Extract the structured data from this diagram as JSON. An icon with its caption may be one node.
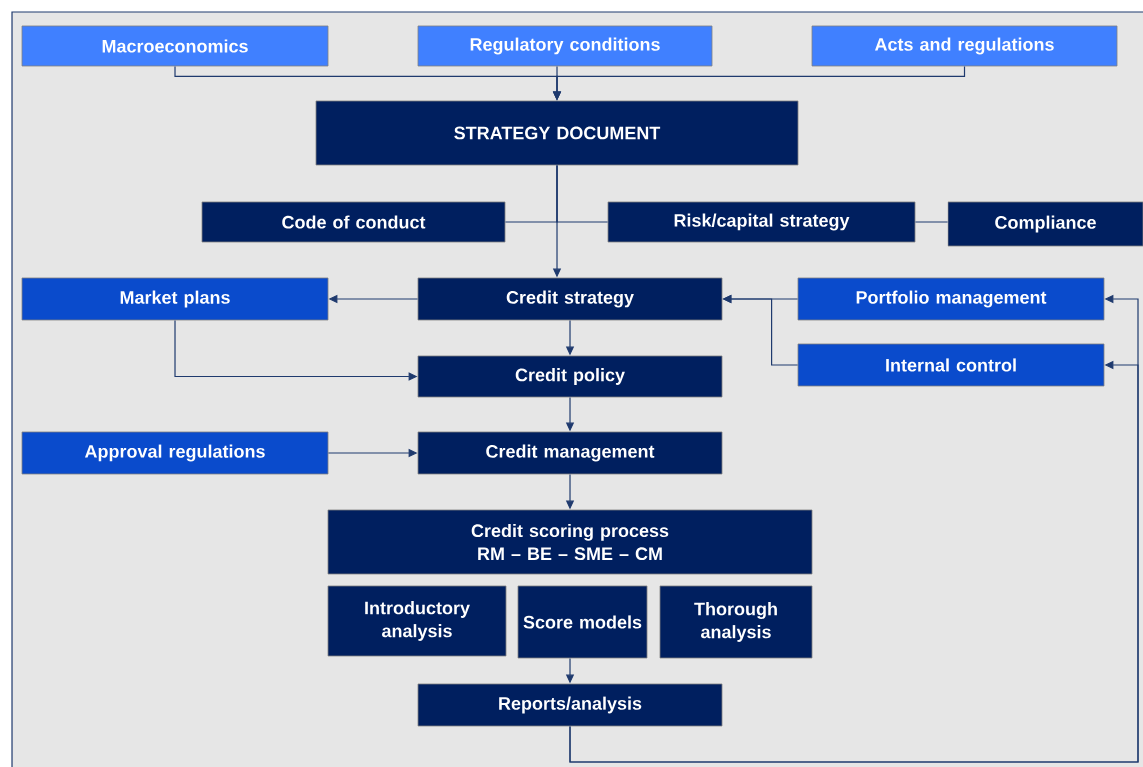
{
  "diagram": {
    "nodes": [
      {
        "text": [
          "Macroeconomics"
        ]
      },
      {
        "text": [
          "Regulatory conditions"
        ]
      },
      {
        "text": [
          "Acts and regulations"
        ]
      },
      {
        "text": [
          "STRATEGY DOCUMENT"
        ]
      },
      {
        "text": [
          "Code of conduct"
        ]
      },
      {
        "text": [
          "Risk/capital strategy"
        ]
      },
      {
        "text": [
          "Compliance"
        ]
      },
      {
        "text": [
          "Market plans"
        ]
      },
      {
        "text": [
          "Credit strategy"
        ]
      },
      {
        "text": [
          "Portfolio management"
        ]
      },
      {
        "text": [
          "Internal control"
        ]
      },
      {
        "text": [
          "Credit policy"
        ]
      },
      {
        "text": [
          "Approval regulations"
        ]
      },
      {
        "text": [
          "Credit management"
        ]
      },
      {
        "text": [
          "Credit scoring process",
          "RM – BE – SME – CM"
        ]
      },
      {
        "text": [
          "Introductory analysis"
        ]
      },
      {
        "text": [
          "Score models"
        ]
      },
      {
        "text": [
          "Thorough analysis"
        ]
      },
      {
        "text": [
          "Reports/analysis"
        ]
      }
    ],
    "edges": [
      {
        "from": 0,
        "to": 3,
        "arrow": "to"
      },
      {
        "from": 1,
        "to": 3,
        "arrow": "to"
      },
      {
        "from": 2,
        "to": 3,
        "arrow": "to"
      },
      {
        "from": 3,
        "to": 8,
        "arrow": "to"
      },
      {
        "from": 4,
        "to": 3,
        "arrow": "none"
      },
      {
        "from": 5,
        "to": 3,
        "arrow": "none"
      },
      {
        "from": 5,
        "to": 6,
        "arrow": "none"
      },
      {
        "from": 8,
        "to": 7,
        "arrow": "to"
      },
      {
        "from": 9,
        "to": 8,
        "arrow": "to"
      },
      {
        "from": 10,
        "to": 8,
        "arrow": "to"
      },
      {
        "from": 8,
        "to": 11,
        "arrow": "to"
      },
      {
        "from": 7,
        "to": 11,
        "arrow": "to"
      },
      {
        "from": 11,
        "to": 13,
        "arrow": "to"
      },
      {
        "from": 12,
        "to": 13,
        "arrow": "to"
      },
      {
        "from": 13,
        "to": 14,
        "arrow": "to"
      },
      {
        "from": 16,
        "to": 18,
        "arrow": "to"
      },
      {
        "from": 18,
        "to": 9,
        "arrow": "to"
      },
      {
        "from": 18,
        "to": 10,
        "arrow": "to"
      }
    ]
  }
}
